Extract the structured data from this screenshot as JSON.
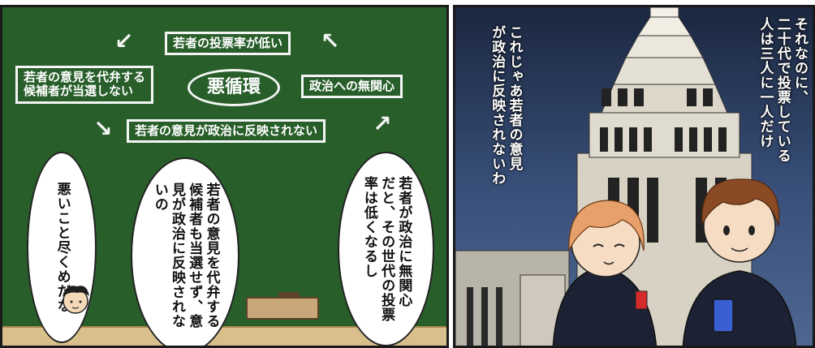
{
  "chalkboard": {
    "low_turnout": "若者の投票率が低い",
    "no_representative": "若者の意見を代弁する\n候補者が当選しない",
    "vicious_cycle": "悪循環",
    "political_apathy": "政治への無関心",
    "not_reflected": "若者の意見が政治に反映されない"
  },
  "bubbles": {
    "bubble_1": "若者が政治に無関心\nだと、その世代の投票\n率は低くなるし",
    "bubble_2": "若者の意見を代弁する\n候補者も当選せず、意\n見が政治に反映されな\nいの",
    "bubble_3": "悪いこと尽くめだな"
  },
  "right_panel": {
    "narration_1": "それなのに、\n二十代で投票している\n人は三人に一人だけ",
    "narration_2": "これじゃあ若者の意見\nが政治に反映されないわ"
  },
  "colors": {
    "chalkboard": "#285e2a",
    "chalk": "#f4f4f4",
    "night_sky": "#1b2740",
    "building": "#d8d2c5",
    "uniform": "#1c2233"
  }
}
